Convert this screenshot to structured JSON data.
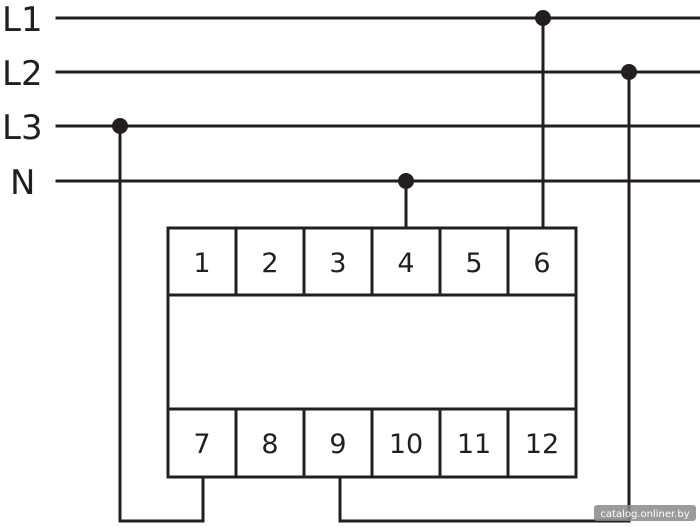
{
  "phases": [
    {
      "id": "L1",
      "label": "L1"
    },
    {
      "id": "L2",
      "label": "L2"
    },
    {
      "id": "L3",
      "label": "L3"
    },
    {
      "id": "N",
      "label": "N"
    }
  ],
  "terminals_top": [
    "1",
    "2",
    "3",
    "4",
    "5",
    "6"
  ],
  "terminals_bottom": [
    "7",
    "8",
    "9",
    "10",
    "11",
    "12"
  ],
  "connections": [
    {
      "line": "N",
      "terminal": "4"
    },
    {
      "line": "L1",
      "terminal": "6"
    },
    {
      "line": "L3",
      "terminal": "7"
    },
    {
      "line": "L2",
      "terminal": "9"
    }
  ],
  "watermark": "catalog.onliner.by",
  "colors": {
    "ink": "#231f20",
    "background": "#ffffff"
  }
}
